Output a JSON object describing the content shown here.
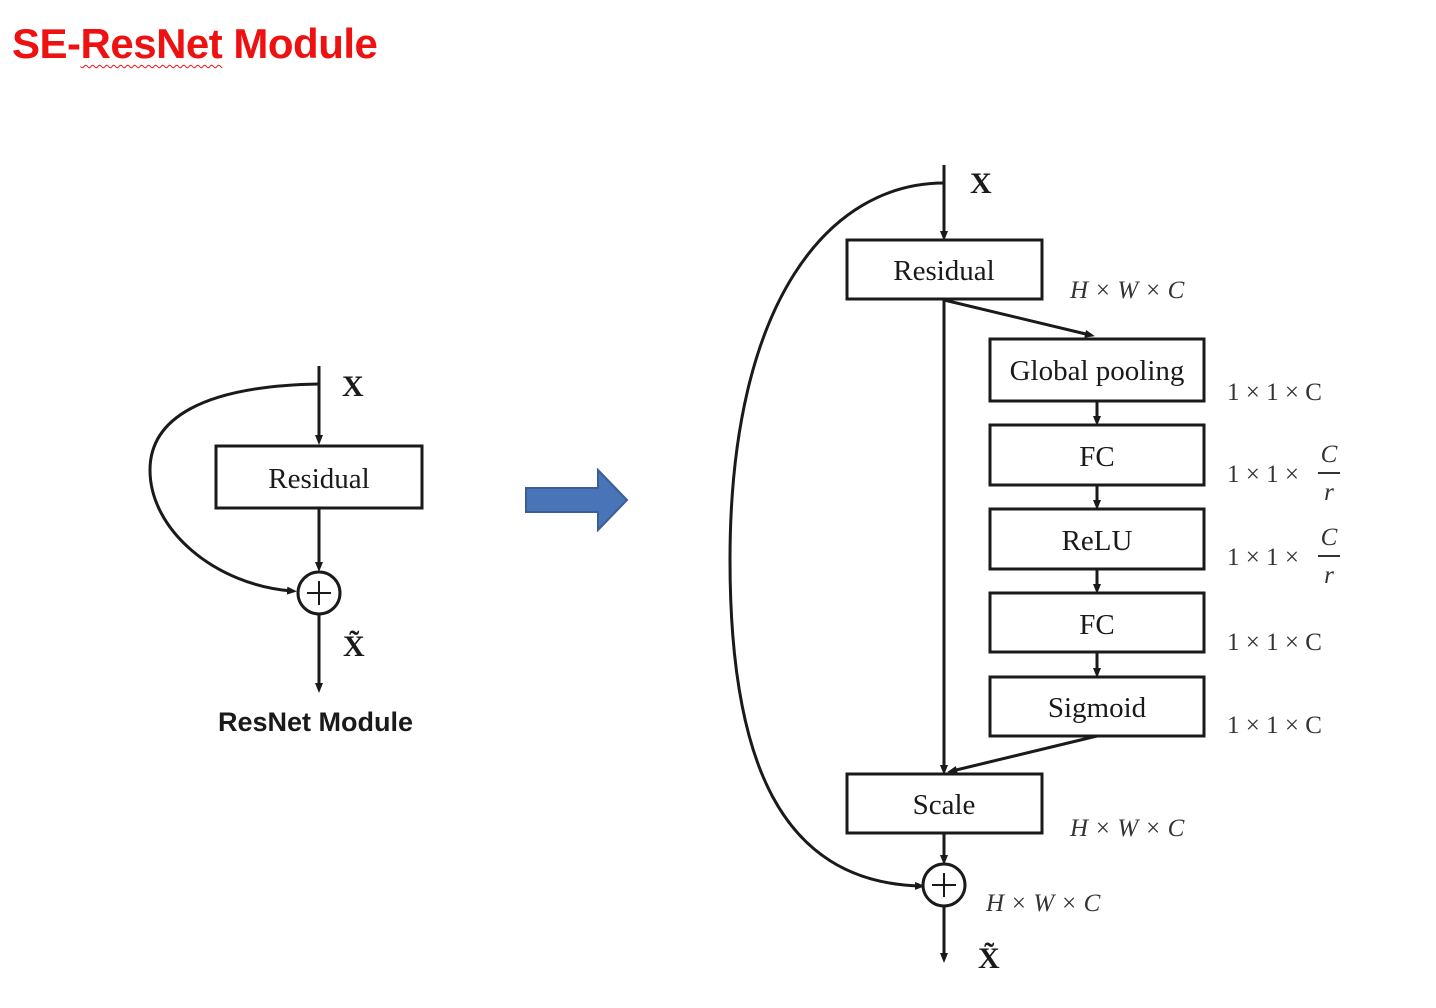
{
  "title": {
    "prefix": "SE-",
    "underlined": "ResNet",
    "suffix": " Module",
    "color": "#ee1111"
  },
  "resnet_module": {
    "caption": "ResNet Module",
    "input_label": "X",
    "block_label": "Residual",
    "output_label": "X̃"
  },
  "transition_arrow": {
    "icon": "right-arrow-icon",
    "fill": "#4a74b8",
    "stroke": "#3a5e96"
  },
  "se_module": {
    "input_label": "X",
    "output_label": "X̃",
    "residual": {
      "label": "Residual",
      "dim": "H × W × C"
    },
    "branch": [
      {
        "label": "Global pooling",
        "dim": "1 × 1 × C"
      },
      {
        "label": "FC",
        "dim": "1 × 1 ×",
        "frac_num": "C",
        "frac_den": "r"
      },
      {
        "label": "ReLU",
        "dim": "1 × 1 ×",
        "frac_num": "C",
        "frac_den": "r"
      },
      {
        "label": "FC",
        "dim": "1 × 1 × C"
      },
      {
        "label": "Sigmoid",
        "dim": "1 × 1 × C"
      }
    ],
    "scale": {
      "label": "Scale",
      "dim": "H × W × C"
    },
    "sum_dim": "H × W × C"
  }
}
